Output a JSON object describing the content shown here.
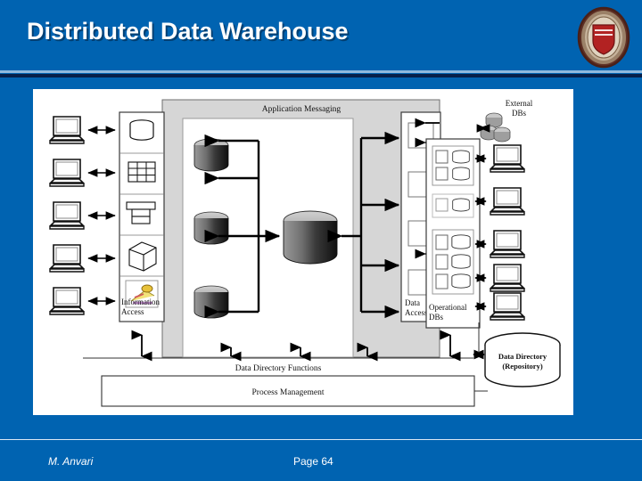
{
  "slide": {
    "title": "Distributed Data Warehouse",
    "background_color": "#0063B1",
    "rule_light_color": "#8FB9DD",
    "rule_dark_color": "#06204A"
  },
  "logo": {
    "name": "university-seal-logo",
    "shield_color": "#B22222",
    "ring_color": "#6B3A2E"
  },
  "footer": {
    "author": "M. Anvari",
    "page": "Page 64"
  },
  "diagram": {
    "type": "architecture-block-diagram",
    "labels": {
      "application_messaging": "Application Messaging",
      "information_access": "Information Access",
      "data_access": "Data Access",
      "operational_dbs": "Operational DBs",
      "external_dbs": "External DBs",
      "data_directory_functions": "Data Directory Functions",
      "process_management": "Process Management",
      "data_directory_repository_line1": "Data Directory",
      "data_directory_repository_line2": "(Repository)"
    },
    "left_clients": [
      {
        "icon": "computer-icon",
        "target": "cylinder-db-icon"
      },
      {
        "icon": "computer-icon",
        "target": "grid-table-icon"
      },
      {
        "icon": "computer-icon",
        "target": "layered-report-icon"
      },
      {
        "icon": "computer-icon",
        "target": "cube-icon"
      },
      {
        "icon": "computer-icon",
        "target": "chart-tool-icon"
      }
    ],
    "right_clients": [
      {
        "icon": "computer-icon"
      },
      {
        "icon": "computer-icon"
      },
      {
        "icon": "computer-icon"
      },
      {
        "icon": "computer-icon"
      },
      {
        "icon": "computer-icon"
      }
    ],
    "warehouse_cylinders": 3,
    "central_cylinder": 1,
    "data_access_slots": 4,
    "operational_db_groups": [
      2,
      1,
      3
    ],
    "colors": {
      "panel_gray": "#D4D4D4",
      "inner_white": "#FFFFFF",
      "cylinder_top": "#B5B5B5",
      "cylinder_body_light": "#8A8A8A",
      "cylinder_body_dark": "#1C1C1C",
      "line": "#000000"
    }
  }
}
